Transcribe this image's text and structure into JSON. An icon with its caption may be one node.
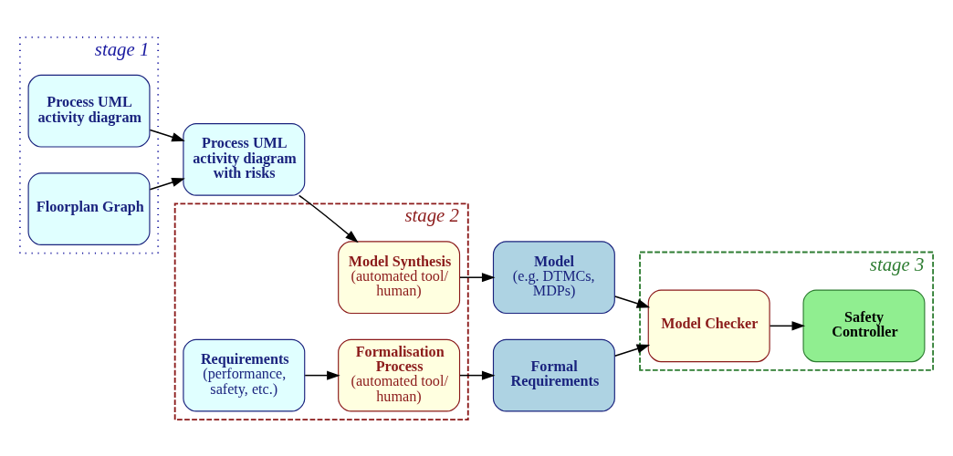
{
  "diagram": {
    "nodes": [
      {
        "text": [
          "stage 1"
        ]
      },
      {
        "text": [
          "Process UML activity diagram"
        ],
        "in": 0
      },
      {
        "text": [
          "Floorplan Graph"
        ],
        "in": 0
      },
      {
        "text": [
          "stage 2"
        ]
      },
      {
        "text": [
          "Process UML activity diagram with risks"
        ]
      },
      {
        "text": [
          "Model Synthesis",
          "(automated tool/ human)"
        ],
        "in": 3
      },
      {
        "text": [
          "stage 3"
        ]
      },
      {
        "text": [
          "Model",
          "(e.g. DTMCs, MDPs)"
        ]
      },
      {
        "text": [
          "Requirements",
          "(performance, safety, etc.)"
        ],
        "in": 3
      },
      {
        "text": [
          "Formalisation Process",
          "(automated tool/ human)"
        ],
        "in": 3
      },
      {
        "text": [
          "Formal Requirements"
        ]
      },
      {
        "text": [
          "Model Checker"
        ],
        "in": 6
      },
      {
        "text": [
          "Safety Controller"
        ],
        "in": 6
      }
    ],
    "edges": [
      {
        "from": 1,
        "to": 4,
        "arrow": "to"
      },
      {
        "from": 2,
        "to": 4,
        "arrow": "to"
      },
      {
        "from": 4,
        "to": 5,
        "arrow": "to"
      },
      {
        "from": 5,
        "to": 7,
        "arrow": "to"
      },
      {
        "from": 8,
        "to": 9,
        "arrow": "to"
      },
      {
        "from": 9,
        "to": 10,
        "arrow": "to"
      },
      {
        "from": 7,
        "to": 11,
        "arrow": "to"
      },
      {
        "from": 10,
        "to": 11,
        "arrow": "to"
      },
      {
        "from": 11,
        "to": 12,
        "arrow": "to"
      }
    ]
  }
}
